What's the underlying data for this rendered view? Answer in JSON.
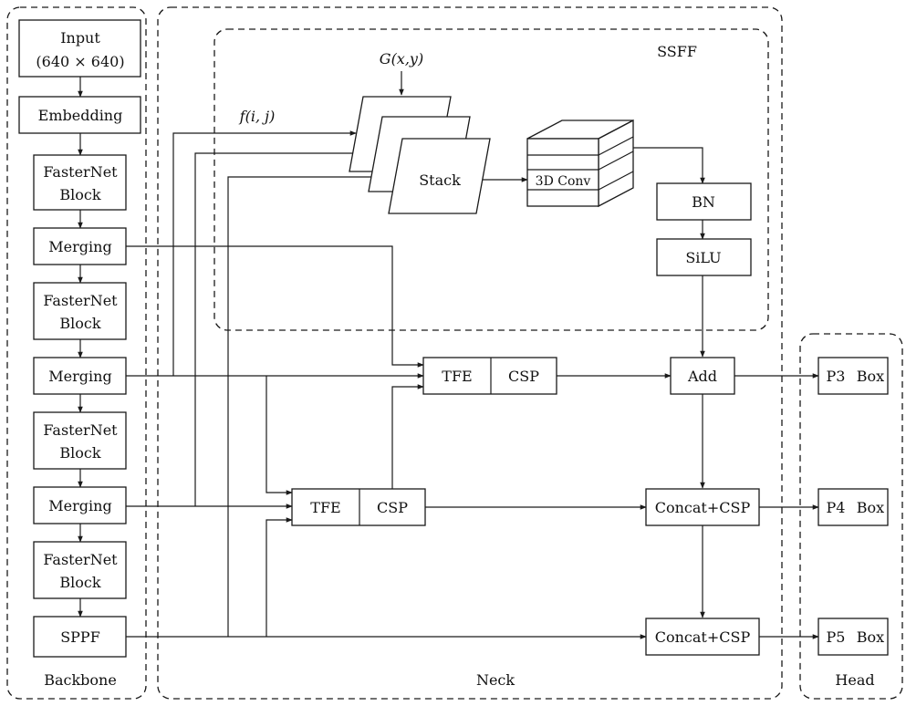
{
  "groups": {
    "backbone": "Backbone",
    "neck": "Neck",
    "head": "Head",
    "ssff": "SSFF"
  },
  "backbone": {
    "input_line1": "Input",
    "input_line2": "(640 × 640)",
    "embedding": "Embedding",
    "fasternet_line1": "FasterNet",
    "fasternet_line2": "Block",
    "merging": "Merging",
    "sppf": "SPPF"
  },
  "ssff": {
    "g_label": "G(x,y)",
    "f_label": "f(i, j)",
    "stack": "Stack",
    "conv3d": "3D Conv",
    "bn": "BN",
    "silu": "SiLU"
  },
  "neck": {
    "tfe": "TFE",
    "csp": "CSP",
    "add": "Add",
    "concat_csp": "Concat+CSP"
  },
  "head": {
    "p3": "P3",
    "p4": "P4",
    "p5": "P5",
    "box": "Box"
  }
}
